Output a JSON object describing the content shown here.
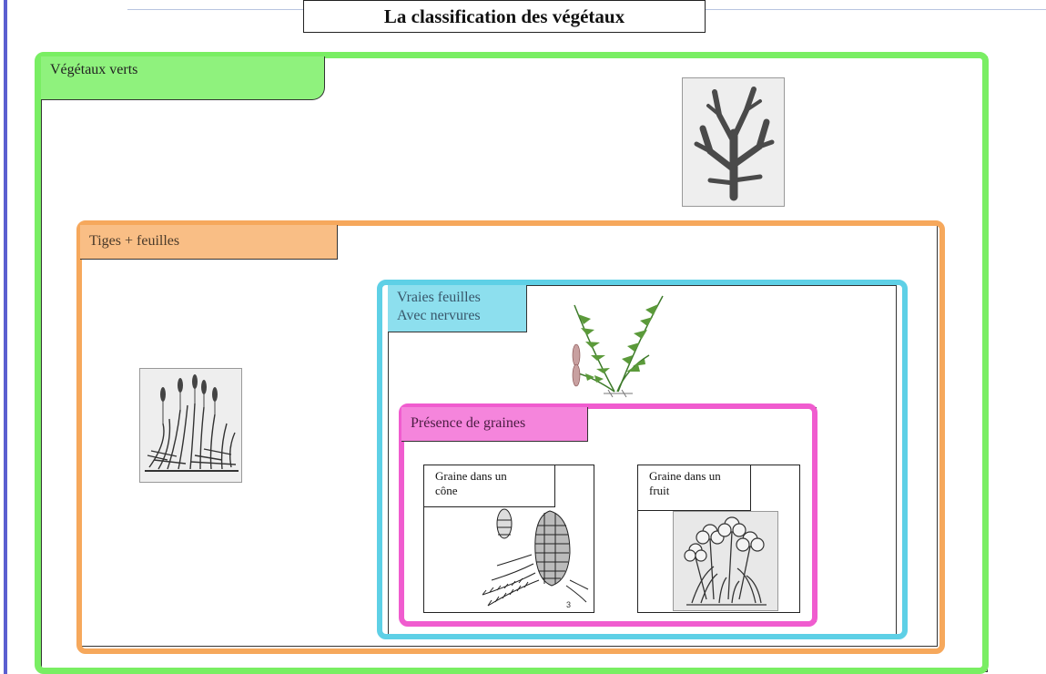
{
  "title": "La classification des végétaux",
  "groups": {
    "green": "Végétaux verts",
    "stems_leaves": "Tiges + feuilles",
    "true_leaves": "Vraies feuilles\nAvec nervures",
    "seeds": "Présence de graines",
    "cone": "Graine dans un\ncône",
    "fruit": "Graine dans un\nfruit"
  },
  "colors": {
    "green": "#79ee63",
    "orange": "#f6a85c",
    "blue": "#5ed0e6",
    "pink": "#f05ccf"
  },
  "icons": [
    "algae-icon",
    "moss-icon",
    "fern-icon",
    "conifer-icon",
    "flower-icon"
  ]
}
